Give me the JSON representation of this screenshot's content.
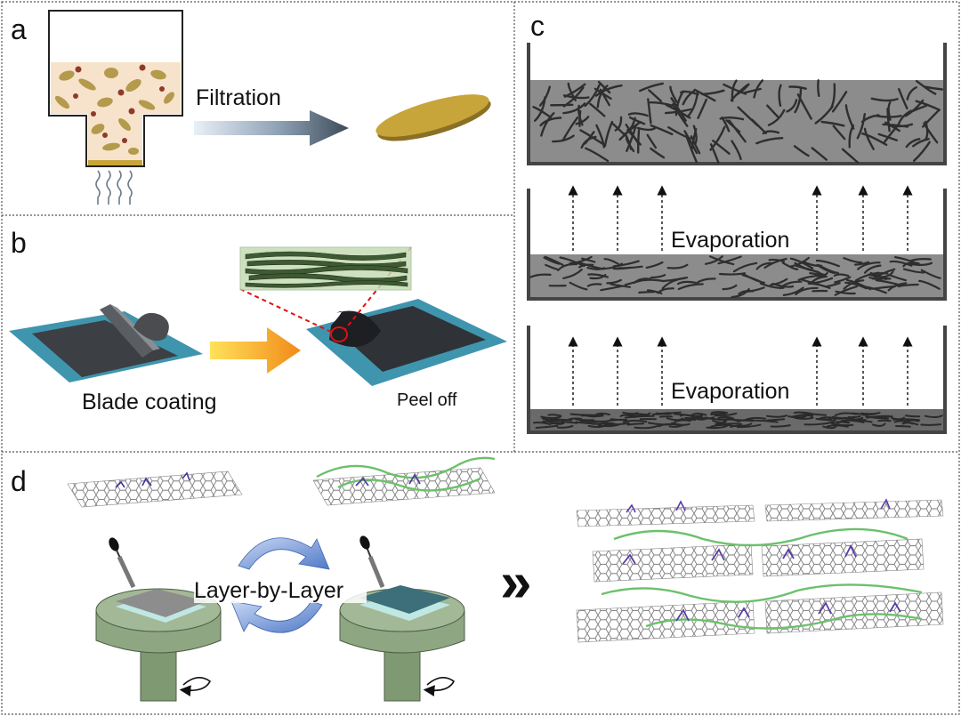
{
  "panels": {
    "a": {
      "letter": "a",
      "step_label": "Filtration"
    },
    "b": {
      "letter": "b",
      "left_label": "Blade coating",
      "right_label": "Peel off"
    },
    "c": {
      "letter": "c",
      "middle_label": "Evaporation",
      "bottom_label": "Evaporation"
    },
    "d": {
      "letter": "d",
      "cycle_label": "Layer-by-Layer",
      "arrow_glyph": "»"
    }
  },
  "colors": {
    "panel_border": "#555555",
    "suspension": "#f7e3cc",
    "flake": "#b49a4c",
    "particle": "#8e3a2a",
    "membrane": "#c8a53a",
    "substrate": "#3f95ad",
    "film": "#3c3f44",
    "stack_green": "#3e5a33",
    "orange_arrow": "#f5a020",
    "trough_fill": "#8c8c8c",
    "fiber": "#3a3a3a",
    "spin_base": "#8fa682",
    "graphene_gray": "#9a9a9a",
    "polymer_green": "#6cc06c",
    "polymer_purple": "#5a3aa8",
    "cycle_blue": "#6a8fd4"
  }
}
